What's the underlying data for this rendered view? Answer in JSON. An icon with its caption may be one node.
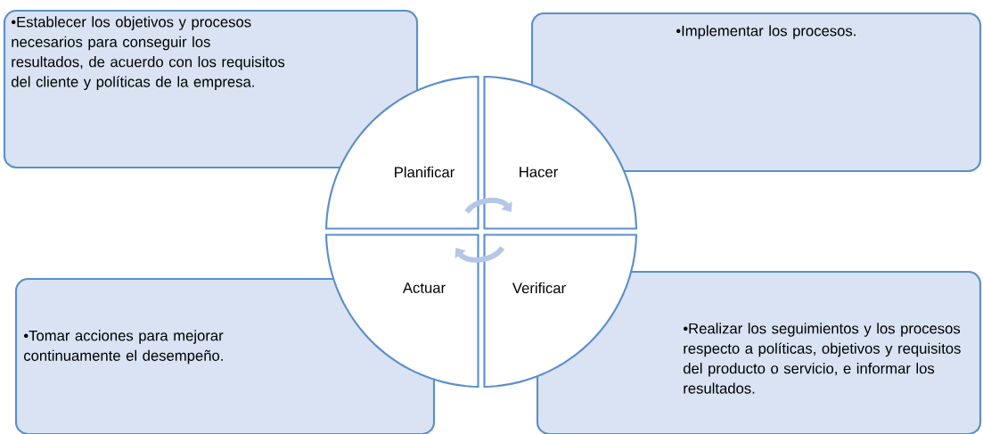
{
  "diagram": {
    "nodes": [
      {
        "text": [
          "•Establecer los objetivos y procesos necesarios para conseguir los resultados, de acuerdo con los requisitos del cliente y políticas de la empresa."
        ]
      },
      {
        "text": [
          "•Implementar los procesos."
        ]
      },
      {
        "text": [
          "•Tomar acciones para mejorar continuamente el desempeño."
        ]
      },
      {
        "text": [
          "•Realizar los seguimientos y los procesos respecto a políticas, objetivos y requisitos del producto o servicio, e informar los resultados."
        ]
      },
      {
        "text": [
          "Planificar"
        ]
      },
      {
        "text": [
          "Hacer"
        ]
      },
      {
        "text": [
          "Actuar"
        ]
      },
      {
        "text": [
          "Verificar"
        ]
      }
    ],
    "edges": [
      {
        "from": 4,
        "to": 5,
        "arrow": "to"
      },
      {
        "from": 7,
        "to": 6,
        "arrow": "to"
      }
    ]
  }
}
